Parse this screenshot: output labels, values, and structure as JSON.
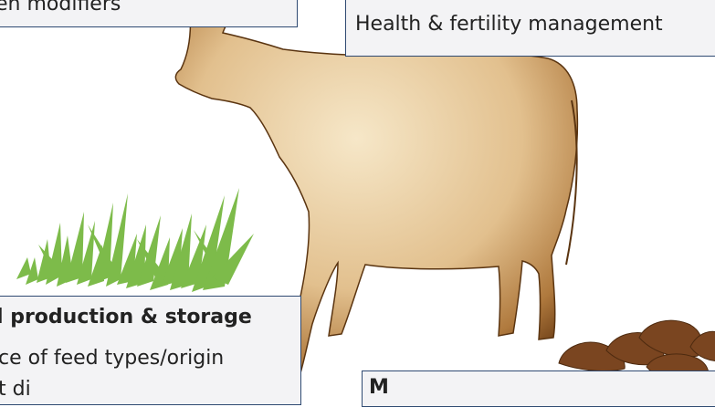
{
  "boxes": {
    "top_left": {
      "text": "en modifiers"
    },
    "top_right": {
      "text": "Health & fertility management"
    },
    "bottom_left": {
      "title": "l production  & storage",
      "line1": "ce of feed types/origin",
      "line2": "t  di"
    },
    "bottom_right": {
      "title": "M"
    }
  },
  "colors": {
    "box_border": "#2f4a72",
    "box_fill": "#f3f3f5",
    "cow_light": "#f1dcb6",
    "cow_dark": "#7a4a1e",
    "grass": "#7dbb4a",
    "manure": "#7a4520"
  },
  "icons": [
    "cow-icon",
    "grass-icon",
    "manure-icon"
  ]
}
